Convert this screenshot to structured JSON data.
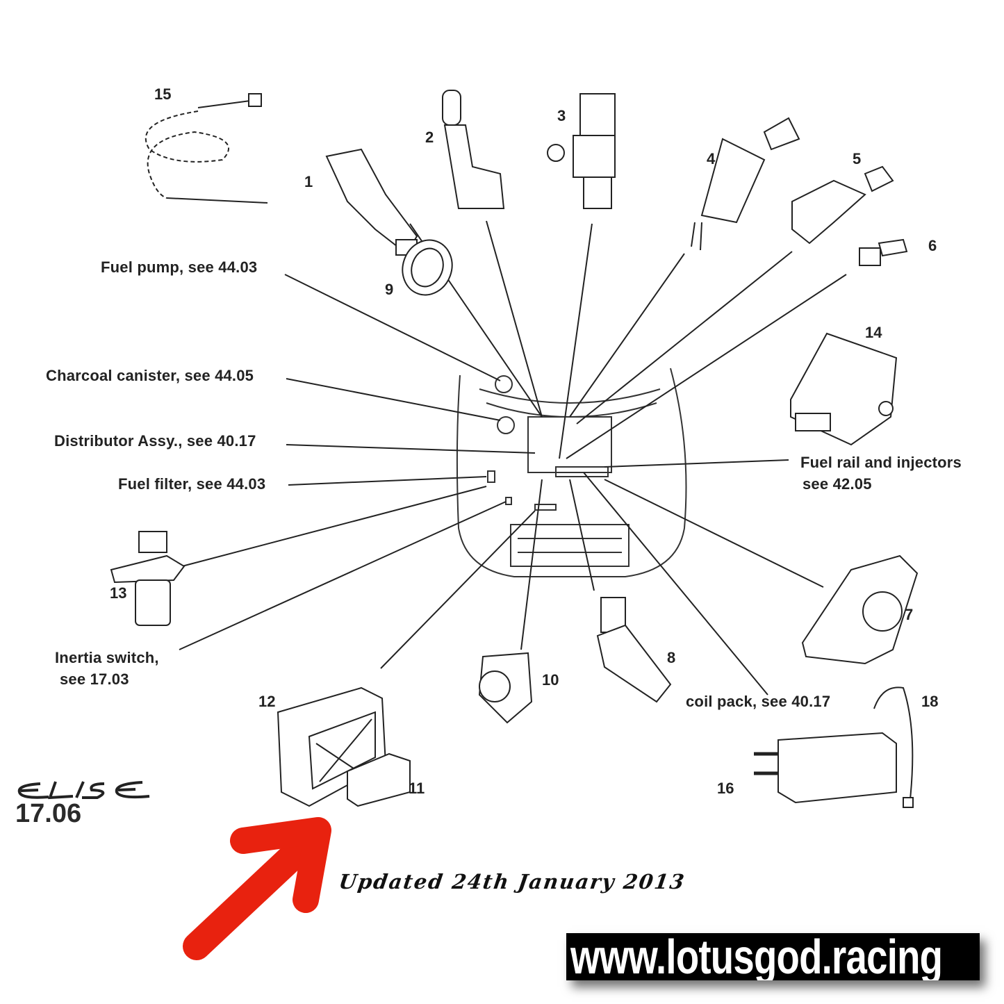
{
  "callouts": {
    "fuel_pump": "Fuel pump, see  44.03",
    "charcoal_canister": "Charcoal canister, see 44.05",
    "distributor": "Distributor Assy., see 40.17",
    "fuel_filter": "Fuel filter, see 44.03",
    "fuel_rail_1": "Fuel rail and injectors",
    "fuel_rail_2": "see  42.05",
    "inertia_1": "Inertia switch,",
    "inertia_2": "see 17.03",
    "coil_pack": "coil pack, see 40.17"
  },
  "part_numbers": [
    "1",
    "2",
    "3",
    "4",
    "5",
    "6",
    "7",
    "8",
    "9",
    "10",
    "11",
    "12",
    "13",
    "14",
    "15",
    "16",
    "18"
  ],
  "logo": {
    "model": "ELISE",
    "section": "17.06"
  },
  "updated": "Updated 24th January 2013",
  "watermark": "www.lotusgod.racing",
  "colors": {
    "arrow": "#e8220f",
    "line": "#222222"
  }
}
